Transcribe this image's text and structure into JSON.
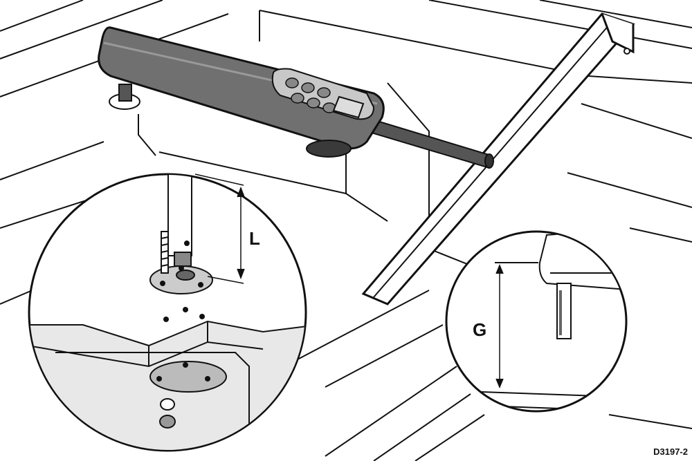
{
  "labels": {
    "length_dimension": "L",
    "gap_dimension": "G",
    "drawing_code": "D3197-2"
  },
  "colors": {
    "unit_body": "#6e6e6e",
    "unit_dark": "#3a3a3a",
    "keypad": "#c8c8c8",
    "line": "#111111"
  }
}
